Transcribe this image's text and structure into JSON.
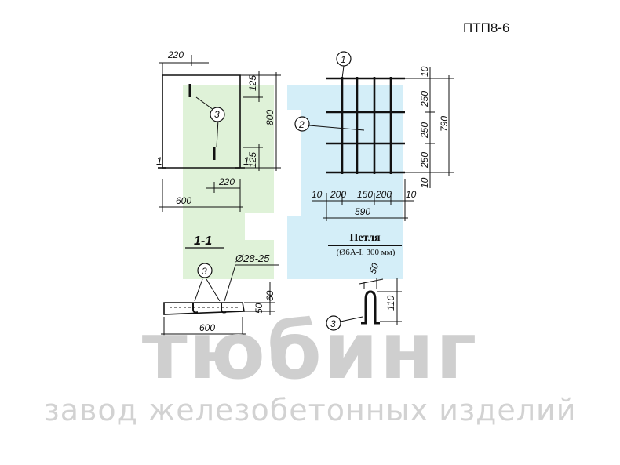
{
  "product_code": "ПТП8-6",
  "plate": {
    "dim_top_offset": "220",
    "dim_height": "800",
    "dim_top_edge": "125",
    "dim_bottom_edge": "125",
    "dim_bottom_offset": "220",
    "dim_width": "600",
    "marker_loop": "3",
    "marker_side_left": "1",
    "marker_side_right": "1"
  },
  "mesh": {
    "marker_bar_1": "1",
    "marker_bar_2": "2",
    "spacings_x": [
      "10",
      "200",
      "150",
      "200",
      "10"
    ],
    "total_x": "590",
    "spacings_y": [
      "10",
      "250",
      "250",
      "250",
      "10"
    ],
    "total_y": "790"
  },
  "section": {
    "title": "1-1",
    "marker_loop": "3",
    "rebar_note": "Ø28-25",
    "dim_thickness_1": "50",
    "dim_thickness_2": "60",
    "dim_width": "600"
  },
  "loop": {
    "title": "Петля",
    "spec": "(Ø6A-I, 300 мм)",
    "dim_width": "50",
    "dim_height": "110",
    "marker": "3"
  },
  "watermark": {
    "brand": "тюбинг",
    "tagline": "завод железобетонных изделий"
  },
  "colors": {
    "green_overlay": "#dff2d8",
    "blue_overlay": "#d4eef8",
    "ink": "#111111",
    "watermark": "#cfcfcf"
  }
}
